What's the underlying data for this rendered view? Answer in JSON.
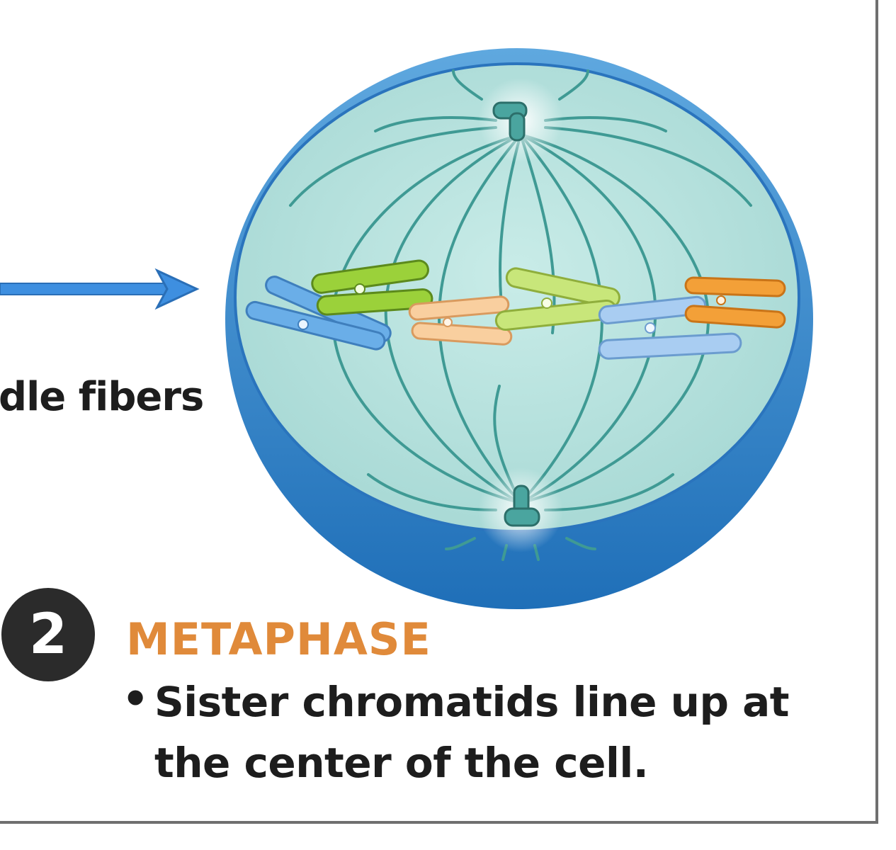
{
  "arrow_label": "dle fibers",
  "step_number": "2",
  "phase_title": "METAPHASE",
  "bullet_symbol": "•",
  "description": "Sister chromatids line up at the center of the cell.",
  "colors": {
    "title_orange": "#e08a3a",
    "cell_fill": "#b9e3e0",
    "cell_rim": "#2f7fc4",
    "spindle": "#3f9a94",
    "arrow": "#3e8fe0",
    "chromosome_green": "#9bd13a",
    "chromosome_lime": "#c8e67a",
    "chromosome_peach": "#f9cf9f",
    "chromosome_blue": "#6aaee8",
    "chromosome_lightblue": "#a9cdf2",
    "chromosome_orange": "#f3a038",
    "centrosome": "#4aa59f"
  }
}
